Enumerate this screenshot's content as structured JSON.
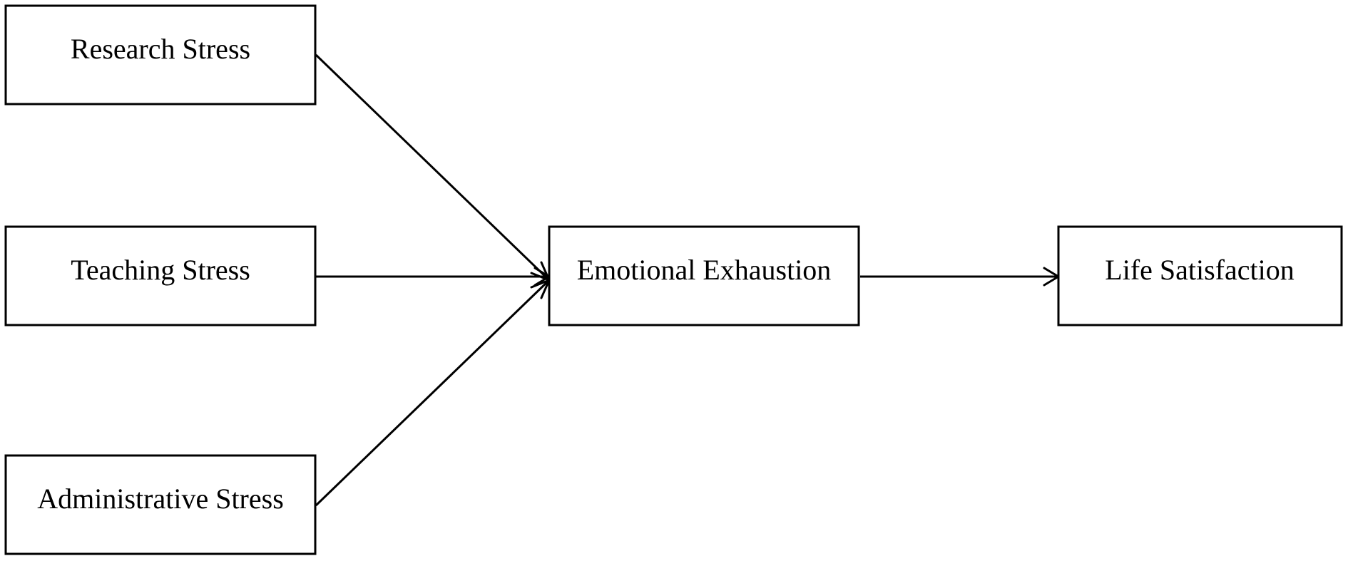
{
  "nodes": [
    {
      "id": "research",
      "label": "Research Stress"
    },
    {
      "id": "teaching",
      "label": "Teaching Stress"
    },
    {
      "id": "administrative",
      "label": "Administrative Stress"
    },
    {
      "id": "exhaustion",
      "label": "Emotional Exhaustion"
    },
    {
      "id": "satisfaction",
      "label": "Life Satisfaction"
    }
  ],
  "edges": [
    {
      "from": "research",
      "to": "exhaustion"
    },
    {
      "from": "teaching",
      "to": "exhaustion"
    },
    {
      "from": "administrative",
      "to": "exhaustion"
    },
    {
      "from": "exhaustion",
      "to": "satisfaction"
    }
  ],
  "colors": {
    "stroke": "#000000",
    "background": "#ffffff"
  }
}
